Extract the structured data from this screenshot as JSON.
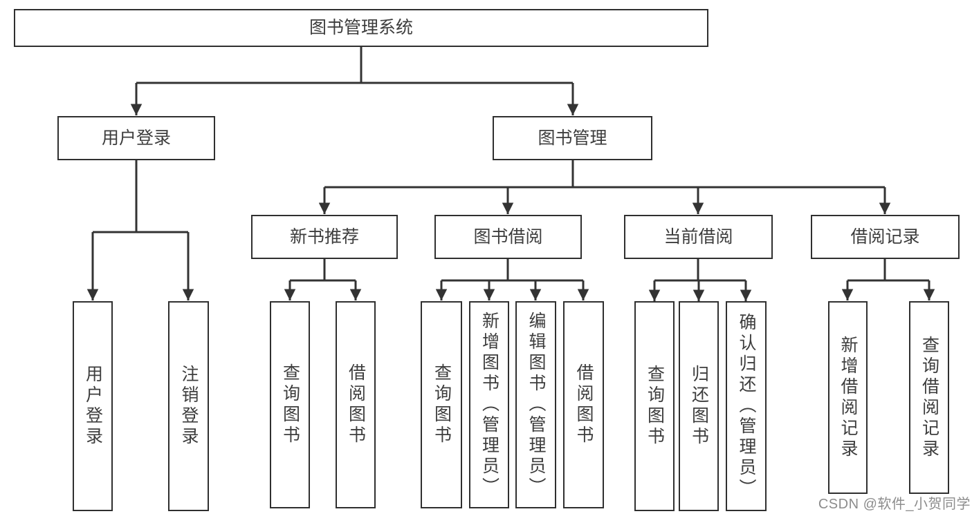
{
  "colors": {
    "line": "#333333",
    "box_border": "#2f2f2f",
    "text": "#3d3d3d",
    "watermark": "#8c8c8c",
    "background": "#ffffff"
  },
  "root": {
    "label": "图书管理系统"
  },
  "level1": {
    "login": {
      "label": "用户登录"
    },
    "mgmt": {
      "label": "图书管理"
    }
  },
  "level2": {
    "recommend": {
      "label": "新书推荐"
    },
    "borrow": {
      "label": "图书借阅"
    },
    "current": {
      "label": "当前借阅"
    },
    "records": {
      "label": "借阅记录"
    }
  },
  "leaves": {
    "login": [
      "用户登录",
      "注销登录"
    ],
    "recommend": [
      "查询图书",
      "借阅图书"
    ],
    "borrow": [
      "查询图书",
      "新增图书（管理员）",
      "编辑图书（管理员）",
      "借阅图书"
    ],
    "current": [
      "查询图书",
      "归还图书",
      "确认归还（管理员）"
    ],
    "records": [
      "新增借阅记录",
      "查询借阅记录"
    ]
  },
  "watermark": {
    "text": "CSDN @软件_小贺同学"
  }
}
